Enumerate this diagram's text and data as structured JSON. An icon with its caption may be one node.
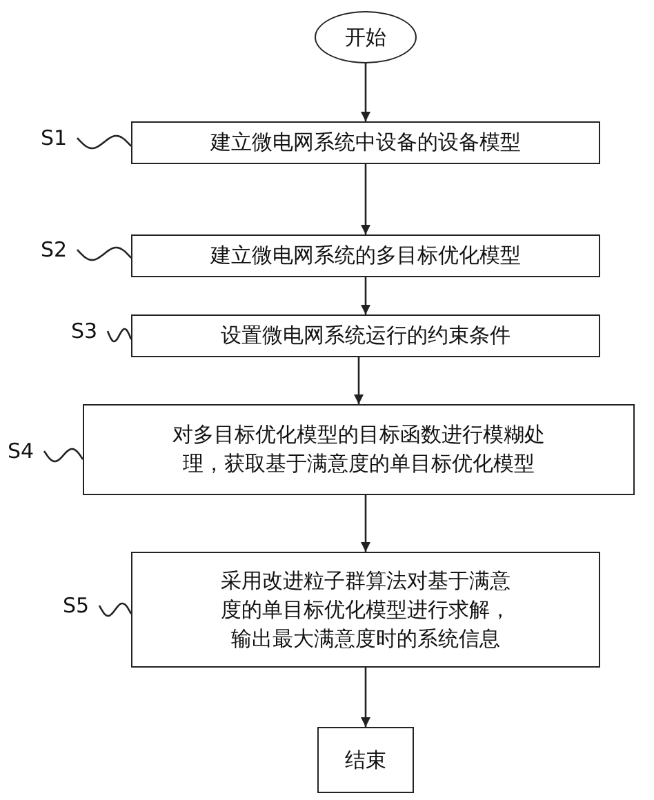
{
  "diagram": {
    "nodes": [
      {
        "text": [
          "开始"
        ]
      },
      {
        "text": [
          "S1"
        ]
      },
      {
        "text": [
          "建立微电网系统中设备的设备模型"
        ]
      },
      {
        "text": [
          "S2"
        ]
      },
      {
        "text": [
          "建立微电网系统的多目标优化模型"
        ]
      },
      {
        "text": [
          "S3"
        ]
      },
      {
        "text": [
          "设置微电网系统运行的约束条件"
        ]
      },
      {
        "text": [
          "S4"
        ]
      },
      {
        "text": [
          "对多目标优化模型的目标函数进行模糊处理，获取基于满意度的单目标优化模型"
        ]
      },
      {
        "text": [
          "S5"
        ]
      },
      {
        "text": [
          "采用改进粒子群算法对基于满意度的单目标优化模型进行求解，输出最大满意度时的系统信息"
        ]
      },
      {
        "text": [
          "结束"
        ]
      }
    ],
    "edges": [
      {
        "from": 0,
        "to": 2,
        "arrow": "to"
      },
      {
        "from": 2,
        "to": 4,
        "arrow": "to"
      },
      {
        "from": 4,
        "to": 6,
        "arrow": "to"
      },
      {
        "from": 6,
        "to": 8,
        "arrow": "to"
      },
      {
        "from": 8,
        "to": 10,
        "arrow": "to"
      },
      {
        "from": 10,
        "to": 11,
        "arrow": "to"
      },
      {
        "from": 1,
        "to": 2,
        "arrow": "none"
      },
      {
        "from": 3,
        "to": 4,
        "arrow": "none"
      },
      {
        "from": 5,
        "to": 6,
        "arrow": "none"
      },
      {
        "from": 7,
        "to": 8,
        "arrow": "none"
      },
      {
        "from": 9,
        "to": 10,
        "arrow": "none"
      }
    ]
  }
}
